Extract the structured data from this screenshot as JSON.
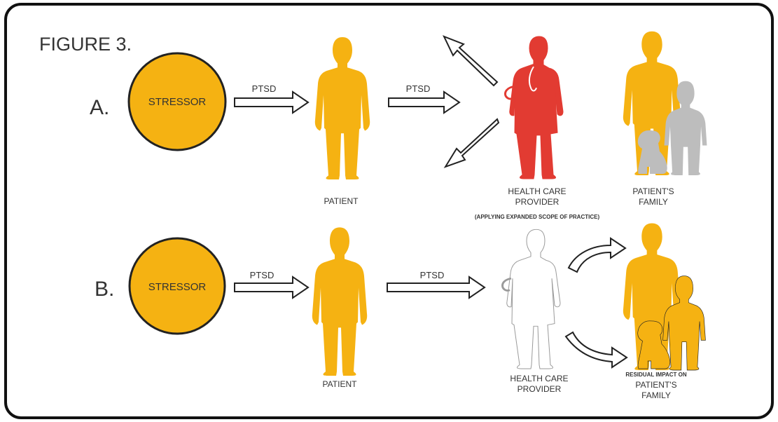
{
  "figure_title": "FIGURE 3.",
  "colors": {
    "orange": "#F5B212",
    "red": "#E23B32",
    "gray": "#BDBDBD",
    "outline": "#222222",
    "border": "#111111"
  },
  "icons": [
    "person-silhouette-icon",
    "doctor-silhouette-icon",
    "child-silhouette-icon",
    "dog-silhouette-icon",
    "arrow-right-icon",
    "curved-arrow-icon"
  ],
  "panel_a": {
    "label": "A.",
    "stressor": "STRESSOR",
    "arrow1_label": "PTSD",
    "arrow2_label": "PTSD",
    "patient_label": "PATIENT",
    "provider_label_line1": "HEALTH CARE",
    "provider_label_line2": "PROVIDER",
    "provider_note": "(APPLYING EXPANDED SCOPE OF PRACTICE)",
    "family_label_line1": "PATIENT'S",
    "family_label_line2": "FAMILY"
  },
  "panel_b": {
    "label": "B.",
    "stressor": "STRESSOR",
    "arrow1_label": "PTSD",
    "arrow2_label": "PTSD",
    "patient_label": "PATIENT",
    "provider_label_line1": "HEALTH CARE",
    "provider_label_line2": "PROVIDER",
    "family_note": "RESIDUAL IMPACT ON",
    "family_label_line1": "PATIENT'S",
    "family_label_line2": "FAMILY"
  }
}
